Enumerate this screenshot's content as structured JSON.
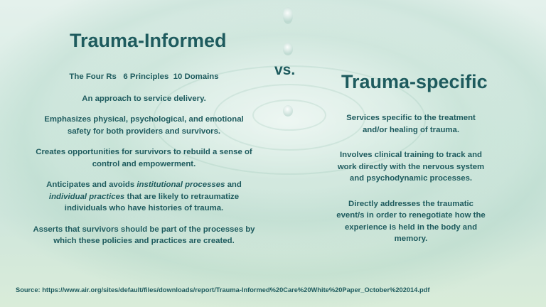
{
  "left": {
    "title": "Trauma-Informed",
    "subtitle": "The Four Rs   6 Principles  10 Domains",
    "approach": "An approach to service delivery.",
    "emphasizes": "Emphasizes physical, psychological, and emotional safety for both providers and survivors.",
    "creates": "Creates opportunities for survivors to rebuild a sense of control and empowerment.",
    "anticipates": {
      "part1": "Anticipates and avoids ",
      "em1": "institutional processes",
      "part2": " and ",
      "em2": "individual practices",
      "part3": " that are likely to retraumatize individuals who have histories of trauma."
    },
    "asserts": "Asserts that survivors should be part of the processes by which these policies and practices are created."
  },
  "vs": "vs.",
  "right": {
    "title": "Trauma-specific",
    "services": "Services specific to the treatment and/or healing of trauma.",
    "involves": "Involves clinical training to track and work directly with the nervous system and psychodynamic processes.",
    "addresses": "Directly addresses the traumatic event/s in order to renegotiate how the experience is held in the body and memory."
  },
  "source": "Source:  https://www.air.org/sites/default/files/downloads/report/Trauma-Informed%20Care%20White%20Paper_October%202014.pdf"
}
